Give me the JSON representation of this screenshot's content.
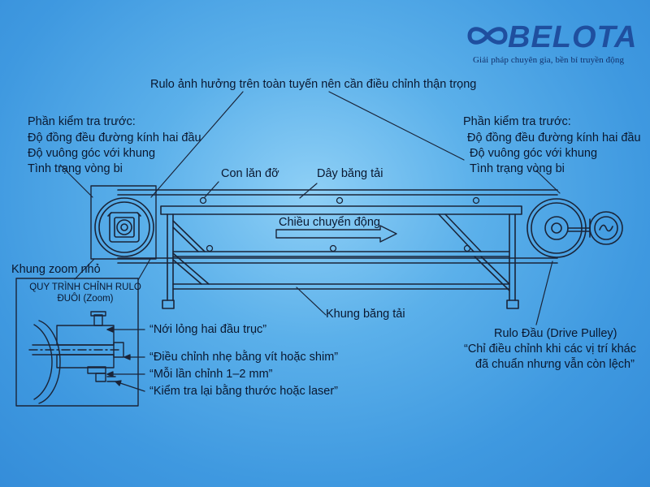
{
  "brand": {
    "name": "BELOTA",
    "tagline": "Giải pháp chuyên gia, bền bỉ truyền động",
    "logo_color": "#1f4f9f"
  },
  "callouts": {
    "top_title": "Rulo ảnh hưởng trên toàn tuyến nên cần điều chỉnh thận trọng",
    "left_check": {
      "title": "Phần kiểm tra trước:",
      "items": [
        "Độ đồng đều đường kính hai đầu",
        "Độ vuông góc với khung",
        "Tình trạng vòng bi"
      ]
    },
    "right_check": {
      "title": "Phần kiểm tra trước:",
      "items": [
        "Độ đồng đều đường kính hai đầu",
        "Độ vuông góc với khung",
        "Tình trạng vòng bi"
      ]
    },
    "idler": "Con lăn đỡ",
    "belt": "Dây băng tải",
    "direction": "Chiều chuyển động",
    "frame": "Khung băng tải",
    "zoom_frame": "Khung zoom nhỏ",
    "drive_pulley": {
      "title": "Rulo Đầu (Drive Pulley)",
      "note_line1": "“Chỉ điều chỉnh khi các vị trí khác",
      "note_line2": "đã chuẩn nhưng vẫn còn lệch”"
    }
  },
  "zoom": {
    "title_line1": "QUY TRÌNH CHỈNH RULO",
    "title_line2": "ĐUÔI (Zoom)",
    "steps": [
      "“Nới lỏng hai đầu trục”",
      "“Điều chỉnh nhẹ bằng vít hoặc shim”",
      "“Mỗi lần chỉnh 1–2 mm”",
      "“Kiểm tra lại bằng thước hoặc laser”"
    ]
  },
  "colors": {
    "line": "#1a2438",
    "background": "#5bb0ea"
  }
}
